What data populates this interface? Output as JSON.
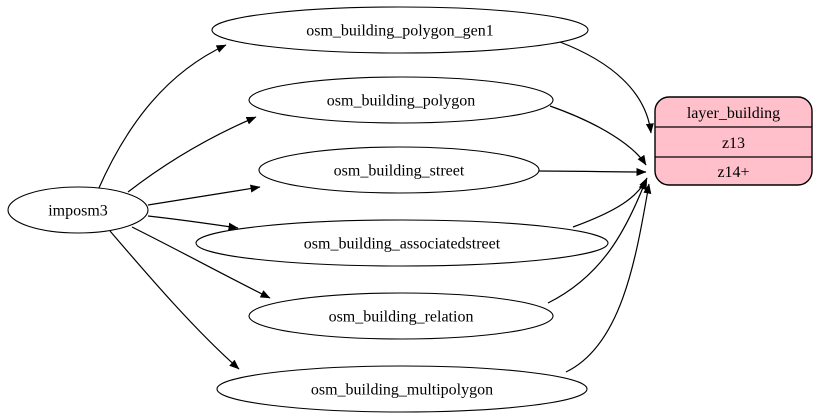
{
  "diagram": {
    "kind": "graphviz-etl-graph",
    "source_node": {
      "id": "imposm3",
      "label": "imposm3"
    },
    "table_nodes": [
      {
        "id": "osm_building_polygon_gen1",
        "label": "osm_building_polygon_gen1"
      },
      {
        "id": "osm_building_polygon",
        "label": "osm_building_polygon"
      },
      {
        "id": "osm_building_street",
        "label": "osm_building_street"
      },
      {
        "id": "osm_building_associatedstreet",
        "label": "osm_building_associatedstreet"
      },
      {
        "id": "osm_building_relation",
        "label": "osm_building_relation"
      },
      {
        "id": "osm_building_multipolygon",
        "label": "osm_building_multipolygon"
      }
    ],
    "record_node": {
      "id": "layer_building",
      "title": "layer_building",
      "rows": [
        {
          "id": "z13",
          "label": "z13"
        },
        {
          "id": "z14+",
          "label": "z14+"
        }
      ]
    },
    "edges": [
      {
        "from": "imposm3",
        "to": "osm_building_polygon_gen1"
      },
      {
        "from": "imposm3",
        "to": "osm_building_polygon"
      },
      {
        "from": "imposm3",
        "to": "osm_building_street"
      },
      {
        "from": "imposm3",
        "to": "osm_building_associatedstreet"
      },
      {
        "from": "imposm3",
        "to": "osm_building_relation"
      },
      {
        "from": "imposm3",
        "to": "osm_building_multipolygon"
      },
      {
        "from": "osm_building_polygon_gen1",
        "to": "layer_building",
        "port": "z13"
      },
      {
        "from": "osm_building_polygon",
        "to": "layer_building",
        "port": "z14+"
      },
      {
        "from": "osm_building_street",
        "to": "layer_building",
        "port": "z14+"
      },
      {
        "from": "osm_building_associatedstreet",
        "to": "layer_building",
        "port": "z14+"
      },
      {
        "from": "osm_building_relation",
        "to": "layer_building",
        "port": "z14+"
      },
      {
        "from": "osm_building_multipolygon",
        "to": "layer_building",
        "port": "z14+"
      }
    ],
    "colors": {
      "background": "#ffffff",
      "node_fill": "#ffffff",
      "node_stroke": "#000000",
      "record_fill": "#ffc0cb",
      "edge_stroke": "#000000",
      "text": "#000000"
    }
  }
}
